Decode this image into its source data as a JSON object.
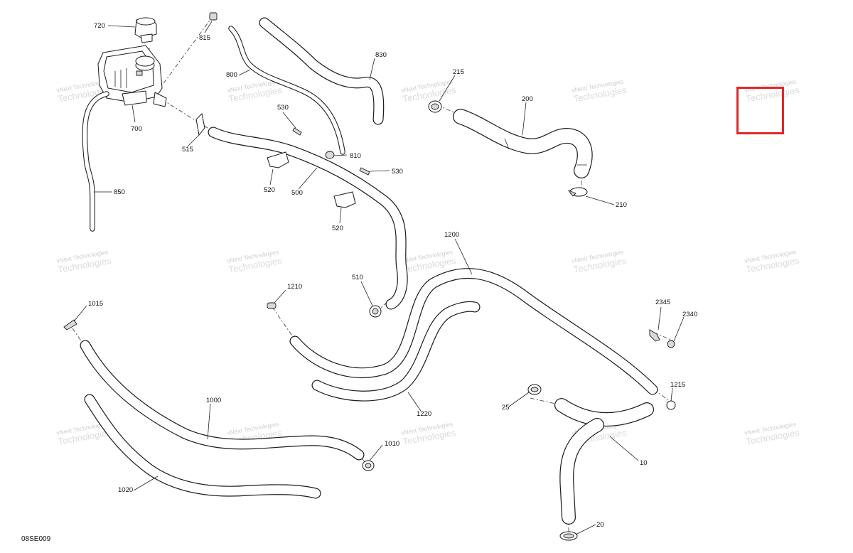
{
  "diagram_id": "08SE009",
  "watermark": {
    "line1": "vNext Technologies",
    "line2": "Technologies"
  },
  "highlight_color": "#e0282a",
  "callouts": {
    "c720": "720",
    "c815": "815",
    "c830": "830",
    "c800": "800",
    "c215": "215",
    "c200": "200",
    "c700": "700",
    "c530a": "530",
    "c515": "515",
    "c810": "810",
    "c530b": "530",
    "c520a": "520",
    "c500": "500",
    "c850": "850",
    "c520b": "520",
    "c210": "210",
    "c1200": "1200",
    "c510": "510",
    "c1210": "1210",
    "c1015": "1015",
    "c2345": "2345",
    "c2340": "2340",
    "c1215": "1215",
    "c1220": "1220",
    "c25": "25",
    "c1000": "1000",
    "c1010": "1010",
    "c10": "10",
    "c1020": "1020",
    "c20": "20"
  }
}
